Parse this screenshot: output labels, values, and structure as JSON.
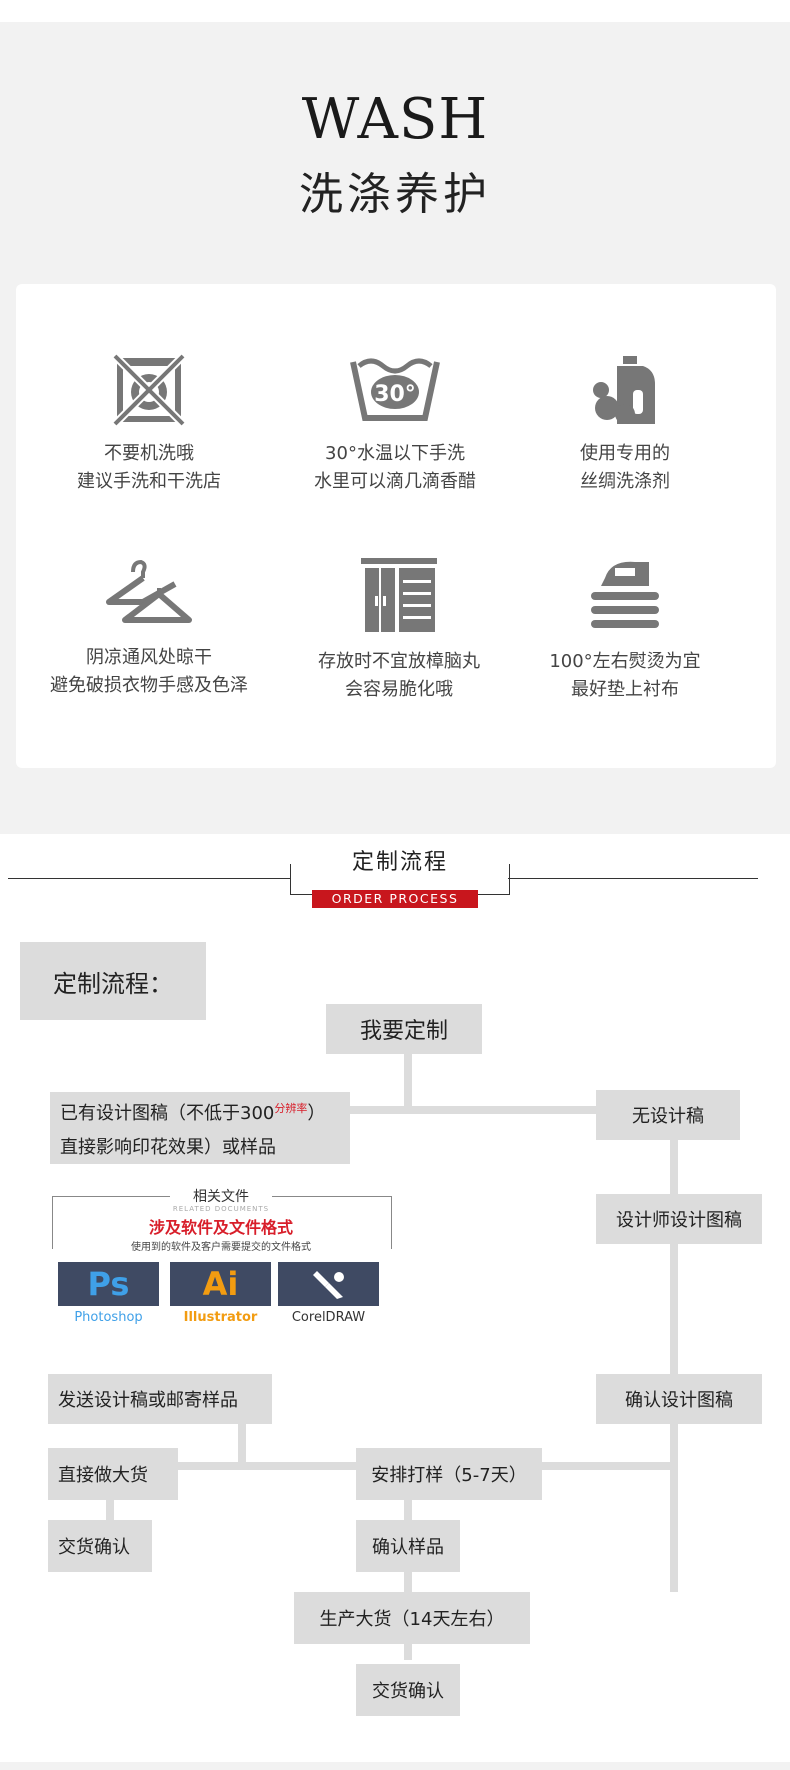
{
  "wash": {
    "title": "WASH",
    "subtitle": "洗涤养护",
    "items": [
      {
        "icon": "no-machine-wash-icon",
        "line1": "不要机洗哦",
        "line2": "建议手洗和干洗店"
      },
      {
        "icon": "hand-wash-30-icon",
        "icon_text": "30°",
        "line1": "30°水温以下手洗",
        "line2": "水里可以滴几滴香醋"
      },
      {
        "icon": "detergent-bottle-icon",
        "line1": "使用专用的",
        "line2": "丝绸洗涤剂"
      },
      {
        "icon": "hanger-icon",
        "line1": "阴凉通风处晾干",
        "line2": "避免破损衣物手感及色泽"
      },
      {
        "icon": "wardrobe-icon",
        "line1": "存放时不宜放樟脑丸",
        "line2": "会容易脆化哦"
      },
      {
        "icon": "iron-icon",
        "line1": "100°左右熨烫为宜",
        "line2": "最好垫上衬布"
      }
    ]
  },
  "order": {
    "title": "定制流程",
    "subtitle": "ORDER PROCESS"
  },
  "flow": {
    "label": "定制流程：",
    "start": "我要定制",
    "has_design_line1_pre": "已有设计图稿（不低于300",
    "has_design_dpi": "分辨率",
    "has_design_line1_post": "）",
    "has_design_line2": "直接影响印花效果）或样品",
    "no_design": "无设计稿",
    "designer": "设计师设计图稿",
    "send": "发送设计稿或邮寄样品",
    "confirm_design": "确认设计图稿",
    "direct_bulk": "直接做大货",
    "sample": "安排打样（5-7天）",
    "deliver_left": "交货确认",
    "confirm_sample": "确认样品",
    "production": "生产大货（14天左右）",
    "deliver_final": "交货确认"
  },
  "software": {
    "title": "相关文件",
    "title_en": "RELATED DOCUMENTS",
    "subtitle": "涉及软件及文件格式",
    "desc": "使用到的软件及客户需要提交的文件格式",
    "items": [
      {
        "tile": "Ps",
        "label": "Photoshop",
        "color": "#3fa0e8"
      },
      {
        "tile": "Ai",
        "label": "Illustrator",
        "color": "#f29c11"
      },
      {
        "tile": "",
        "label": "CorelDRAW",
        "color": "#ffffff"
      }
    ]
  }
}
